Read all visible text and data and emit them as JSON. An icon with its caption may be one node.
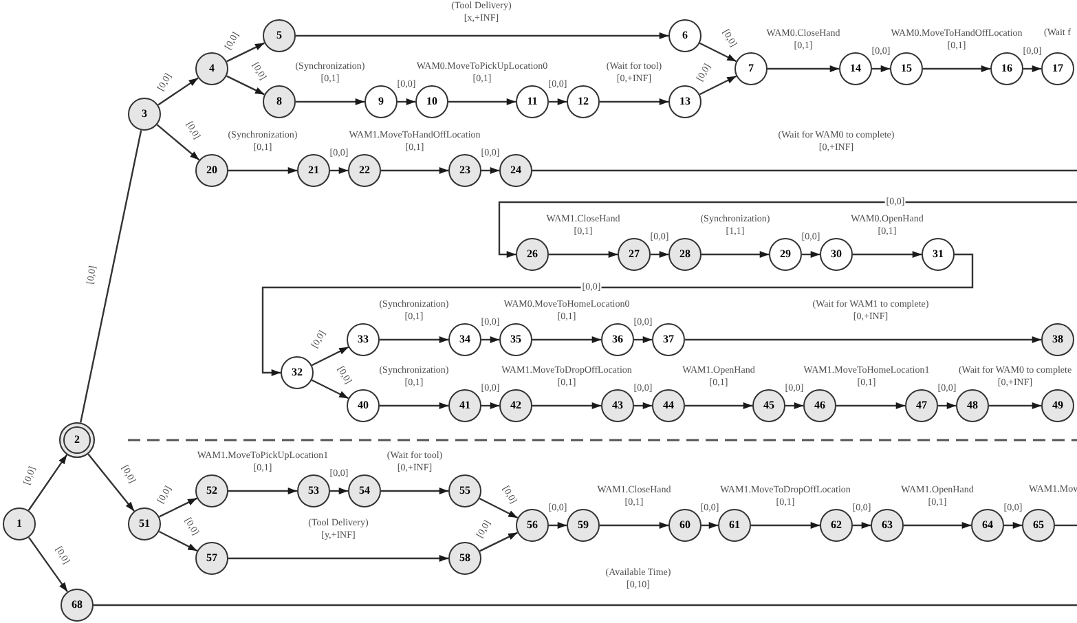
{
  "diagram": {
    "nodes": [
      {
        "text": [
          "1"
        ]
      },
      {
        "text": [
          "2"
        ]
      },
      {
        "text": [
          "3"
        ]
      },
      {
        "text": [
          "4"
        ]
      },
      {
        "text": [
          "5"
        ]
      },
      {
        "text": [
          "6"
        ]
      },
      {
        "text": [
          "7"
        ]
      },
      {
        "text": [
          "8"
        ]
      },
      {
        "text": [
          "9"
        ]
      },
      {
        "text": [
          "10"
        ]
      },
      {
        "text": [
          "11"
        ]
      },
      {
        "text": [
          "12"
        ]
      },
      {
        "text": [
          "13"
        ]
      },
      {
        "text": [
          "14"
        ]
      },
      {
        "text": [
          "15"
        ]
      },
      {
        "text": [
          "16"
        ]
      },
      {
        "text": [
          "17"
        ]
      },
      {
        "text": [
          "20"
        ]
      },
      {
        "text": [
          "21"
        ]
      },
      {
        "text": [
          "22"
        ]
      },
      {
        "text": [
          "23"
        ]
      },
      {
        "text": [
          "24"
        ]
      },
      {
        "text": [
          "26"
        ]
      },
      {
        "text": [
          "27"
        ]
      },
      {
        "text": [
          "28"
        ]
      },
      {
        "text": [
          "29"
        ]
      },
      {
        "text": [
          "30"
        ]
      },
      {
        "text": [
          "31"
        ]
      },
      {
        "text": [
          "32"
        ]
      },
      {
        "text": [
          "33"
        ]
      },
      {
        "text": [
          "34"
        ]
      },
      {
        "text": [
          "35"
        ]
      },
      {
        "text": [
          "36"
        ]
      },
      {
        "text": [
          "37"
        ]
      },
      {
        "text": [
          "38"
        ]
      },
      {
        "text": [
          "40"
        ]
      },
      {
        "text": [
          "41"
        ]
      },
      {
        "text": [
          "42"
        ]
      },
      {
        "text": [
          "43"
        ]
      },
      {
        "text": [
          "44"
        ]
      },
      {
        "text": [
          "45"
        ]
      },
      {
        "text": [
          "46"
        ]
      },
      {
        "text": [
          "47"
        ]
      },
      {
        "text": [
          "48"
        ]
      },
      {
        "text": [
          "49"
        ]
      },
      {
        "text": [
          "51"
        ]
      },
      {
        "text": [
          "52"
        ]
      },
      {
        "text": [
          "53"
        ]
      },
      {
        "text": [
          "54"
        ]
      },
      {
        "text": [
          "55"
        ]
      },
      {
        "text": [
          "56"
        ]
      },
      {
        "text": [
          "57"
        ]
      },
      {
        "text": [
          "58"
        ]
      },
      {
        "text": [
          "59"
        ]
      },
      {
        "text": [
          "60"
        ]
      },
      {
        "text": [
          "61"
        ]
      },
      {
        "text": [
          "62"
        ]
      },
      {
        "text": [
          "63"
        ]
      },
      {
        "text": [
          "64"
        ]
      },
      {
        "text": [
          "65"
        ]
      },
      {
        "text": [
          "68"
        ]
      }
    ],
    "edges": [
      {
        "from": 0,
        "to": 1,
        "arrow": "to",
        "label": "[0,0]"
      },
      {
        "from": 0,
        "to": 60,
        "arrow": "to",
        "label": "[0,0]"
      },
      {
        "from": 1,
        "to": 2,
        "arrow": "none",
        "label": "[0,0]"
      },
      {
        "from": 1,
        "to": 45,
        "arrow": "to",
        "label": "[0,0]"
      },
      {
        "from": 2,
        "to": 3,
        "arrow": "to",
        "label": "[0,0]"
      },
      {
        "from": 2,
        "to": 17,
        "arrow": "to",
        "label": "[0,0]"
      },
      {
        "from": 3,
        "to": 4,
        "arrow": "to",
        "label": "[0,0]"
      },
      {
        "from": 3,
        "to": 7,
        "arrow": "to",
        "label": "[0,0]"
      },
      {
        "from": 4,
        "to": 5,
        "arrow": "to",
        "label": "(Tool Delivery) [x,+INF]"
      },
      {
        "from": 5,
        "to": 6,
        "arrow": "to",
        "label": "[0,0]"
      },
      {
        "from": 7,
        "to": 8,
        "arrow": "to",
        "label": "(Synchronization) [0,1]"
      },
      {
        "from": 8,
        "to": 9,
        "arrow": "to",
        "label": "[0,0]"
      },
      {
        "from": 9,
        "to": 10,
        "arrow": "to",
        "label": "WAM0.MoveToPickUpLocation0 [0,1]"
      },
      {
        "from": 10,
        "to": 11,
        "arrow": "to",
        "label": "[0,0]"
      },
      {
        "from": 11,
        "to": 12,
        "arrow": "to",
        "label": "(Wait for tool) [0,+INF]"
      },
      {
        "from": 12,
        "to": 6,
        "arrow": "to",
        "label": "[0,0]"
      },
      {
        "from": 6,
        "to": 13,
        "arrow": "to",
        "label": "WAM0.CloseHand [0,1]"
      },
      {
        "from": 13,
        "to": 14,
        "arrow": "to",
        "label": "[0,0]"
      },
      {
        "from": 14,
        "to": 15,
        "arrow": "to",
        "label": "WAM0.MoveToHandOffLocation [0,1]"
      },
      {
        "from": 15,
        "to": 16,
        "arrow": "to",
        "label": "[0,0]"
      },
      {
        "from": 17,
        "to": 18,
        "arrow": "to",
        "label": "(Synchronization) [0,1]"
      },
      {
        "from": 18,
        "to": 19,
        "arrow": "to",
        "label": "[0,0]"
      },
      {
        "from": 19,
        "to": 20,
        "arrow": "to",
        "label": "WAM1.MoveToHandOffLocation [0,1]"
      },
      {
        "from": 20,
        "to": 21,
        "arrow": "to",
        "label": "[0,0]"
      },
      {
        "from": 21,
        "to": null,
        "arrow": "none",
        "label": "(Wait for WAM0 to complete) [0,+INF]"
      },
      {
        "from": null,
        "to": 22,
        "arrow": "to",
        "label": "[0,0]"
      },
      {
        "from": 22,
        "to": 23,
        "arrow": "to",
        "label": "WAM1.CloseHand [0,1]"
      },
      {
        "from": 23,
        "to": 24,
        "arrow": "to",
        "label": "[0,0]"
      },
      {
        "from": 24,
        "to": 25,
        "arrow": "to",
        "label": "(Synchronization) [1,1]"
      },
      {
        "from": 25,
        "to": 26,
        "arrow": "to",
        "label": "[0,0]"
      },
      {
        "from": 26,
        "to": 27,
        "arrow": "to",
        "label": "WAM0.OpenHand [0,1]"
      },
      {
        "from": 27,
        "to": 28,
        "arrow": "to",
        "label": "[0,0]"
      },
      {
        "from": 28,
        "to": 29,
        "arrow": "to",
        "label": "[0,0]"
      },
      {
        "from": 28,
        "to": 35,
        "arrow": "to",
        "label": "[0,0]"
      },
      {
        "from": 29,
        "to": 30,
        "arrow": "to",
        "label": "(Synchronization) [0,1]"
      },
      {
        "from": 30,
        "to": 31,
        "arrow": "to",
        "label": "[0,0]"
      },
      {
        "from": 31,
        "to": 32,
        "arrow": "to",
        "label": "WAM0.MoveToHomeLocation0 [0,1]"
      },
      {
        "from": 32,
        "to": 33,
        "arrow": "to",
        "label": "[0,0]"
      },
      {
        "from": 33,
        "to": 34,
        "arrow": "to",
        "label": "(Wait for WAM1 to complete) [0,+INF]"
      },
      {
        "from": 35,
        "to": 36,
        "arrow": "to",
        "label": "(Synchronization) [0,1]"
      },
      {
        "from": 36,
        "to": 37,
        "arrow": "to",
        "label": "[0,0]"
      },
      {
        "from": 37,
        "to": 38,
        "arrow": "to",
        "label": "WAM1.MoveToDropOffLocation [0,1]"
      },
      {
        "from": 38,
        "to": 39,
        "arrow": "to",
        "label": "[0,0]"
      },
      {
        "from": 39,
        "to": 40,
        "arrow": "to",
        "label": "WAM1.OpenHand [0,1]"
      },
      {
        "from": 40,
        "to": 41,
        "arrow": "to",
        "label": "[0,0]"
      },
      {
        "from": 41,
        "to": 42,
        "arrow": "to",
        "label": "WAM1.MoveToHomeLocation1 [0,1]"
      },
      {
        "from": 42,
        "to": 43,
        "arrow": "to",
        "label": "[0,0]"
      },
      {
        "from": 43,
        "to": 44,
        "arrow": "to",
        "label": "(Wait for WAM0 to complete [0,+INF]"
      },
      {
        "from": 45,
        "to": 46,
        "arrow": "to",
        "label": "[0,0]"
      },
      {
        "from": 45,
        "to": 51,
        "arrow": "to",
        "label": "[0,0]"
      },
      {
        "from": 46,
        "to": 47,
        "arrow": "to",
        "label": "WAM1.MoveToPickUpLocation1 [0,1]"
      },
      {
        "from": 47,
        "to": 48,
        "arrow": "to",
        "label": "[0,0]"
      },
      {
        "from": 48,
        "to": 49,
        "arrow": "to",
        "label": "(Wait for tool) [0,+INF]"
      },
      {
        "from": 49,
        "to": 50,
        "arrow": "to",
        "label": "[0,0]"
      },
      {
        "from": 51,
        "to": 52,
        "arrow": "to",
        "label": "(Tool Delivery) [y,+INF]"
      },
      {
        "from": 52,
        "to": 50,
        "arrow": "to",
        "label": "[0,0]"
      },
      {
        "from": 50,
        "to": 53,
        "arrow": "to",
        "label": "[0,0]"
      },
      {
        "from": 53,
        "to": 54,
        "arrow": "to",
        "label": "WAM1.CloseHand [0,1]"
      },
      {
        "from": 54,
        "to": 55,
        "arrow": "to",
        "label": "[0,0]"
      },
      {
        "from": 55,
        "to": 56,
        "arrow": "to",
        "label": "WAM1.MoveToDropOffLocation [0,1]"
      },
      {
        "from": 56,
        "to": 57,
        "arrow": "to",
        "label": "[0,0]"
      },
      {
        "from": 57,
        "to": 58,
        "arrow": "to",
        "label": "WAM1.OpenHand [0,1]"
      },
      {
        "from": 58,
        "to": 59,
        "arrow": "to",
        "label": "[0,0]"
      },
      {
        "from": 59,
        "to": null,
        "arrow": "none"
      },
      {
        "from": 60,
        "to": null,
        "arrow": "none",
        "label": "(Available Time) [0,10]"
      }
    ],
    "labels": [
      "(Wait f",
      "WAM1.Mov"
    ]
  }
}
